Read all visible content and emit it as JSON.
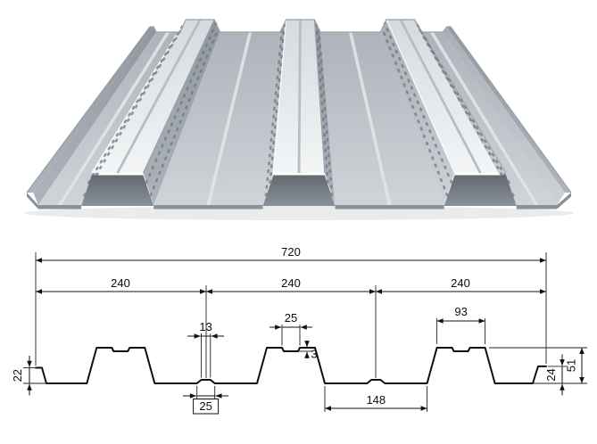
{
  "product": {
    "view_top": "steel-floor-deck-3d-render",
    "view_bottom": "profile-cross-section-drawing"
  },
  "colors": {
    "line": "#111111",
    "steel_bright": "#f3f5f6",
    "steel_mid": "#c6cbd0",
    "steel_dark": "#8f969d"
  },
  "dimensions": {
    "overall_width": "720",
    "modules": [
      "240",
      "240",
      "240"
    ],
    "rib_top_groove_width": "25",
    "valley_stiffener_top_width": "13",
    "groove_depth": "3",
    "rib_top_width": "93",
    "valley_stiffener_base_width": "25",
    "valley_bottom_width": "148",
    "left_edge_height": "22",
    "right_edge_height": "24",
    "profile_height": "51"
  }
}
